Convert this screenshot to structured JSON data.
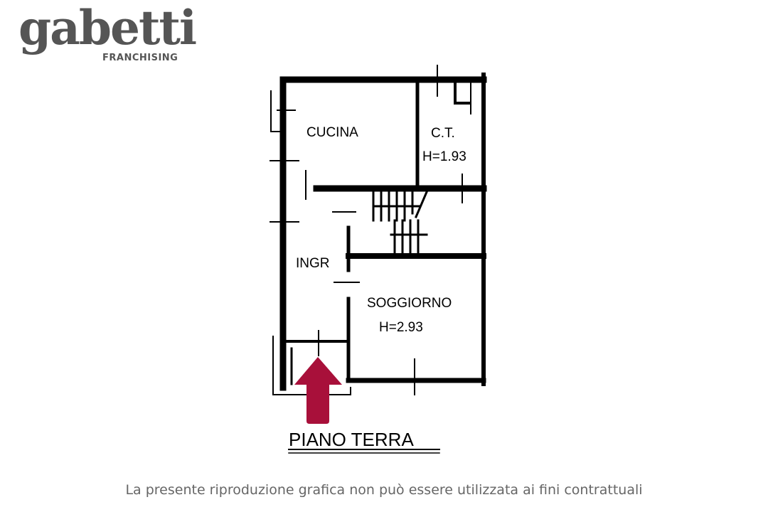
{
  "logo": {
    "wordmark": "gabetti",
    "subtitle": "FRANCHISING",
    "color": "#555555"
  },
  "floorplan": {
    "title": "PIANO TERRA",
    "rooms": [
      {
        "name": "CUCINA"
      },
      {
        "name": "C.T.",
        "height": "H=1.93"
      },
      {
        "name": "INGR"
      },
      {
        "name": "SOGGIORNO",
        "height": "H=2.93"
      }
    ],
    "entrance_arrow_color": "#A8103A"
  },
  "disclaimer": "La presente riproduzione grafica non può essere utilizzata ai fini contrattuali"
}
